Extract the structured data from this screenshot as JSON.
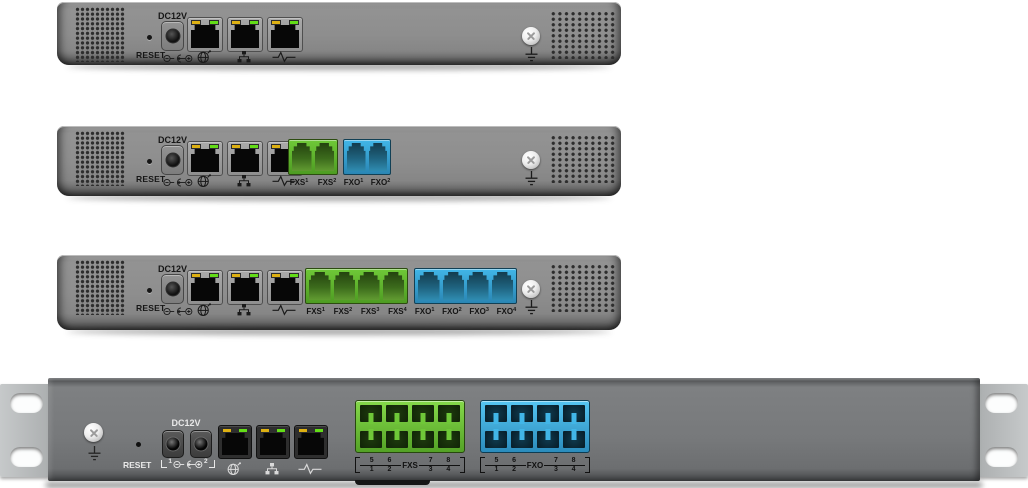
{
  "page": {
    "background": "#ffffff"
  },
  "labels": {
    "dc": "DC12V",
    "reset": "RESET"
  },
  "colors": {
    "fxs_green": "#6fc838",
    "fxs_green_dark": "#4e9c22",
    "fxo_blue": "#41b6e8",
    "fxo_blue_dark": "#2a86b4",
    "led_yellow": "#ddb012",
    "led_green": "#63dd17",
    "chassis_desktop": "#8d8d8d",
    "chassis_rack": "#757779",
    "rack_ear": "#b5b8b9"
  },
  "devices": [
    {
      "name": "desktop-unit-3eth",
      "ethernet_icons": [
        "wan",
        "lan",
        "heartbeat"
      ],
      "analog_groups": []
    },
    {
      "name": "desktop-unit-2fxs-2fxo",
      "ethernet_icons": [
        "wan",
        "lan",
        "heartbeat"
      ],
      "analog_groups": [
        {
          "type": "fxs",
          "label_base": "FXS",
          "ports": [
            "1",
            "2"
          ]
        },
        {
          "type": "fxo",
          "label_base": "FXO",
          "ports": [
            "1",
            "2"
          ]
        }
      ]
    },
    {
      "name": "desktop-unit-4fxs-4fxo",
      "ethernet_icons": [
        "wan",
        "lan",
        "heartbeat"
      ],
      "analog_groups": [
        {
          "type": "fxs",
          "label_base": "FXS",
          "ports": [
            "1",
            "2",
            "3",
            "4"
          ]
        },
        {
          "type": "fxo",
          "label_base": "FXO",
          "ports": [
            "1",
            "2",
            "3",
            "4"
          ]
        }
      ]
    },
    {
      "name": "rack-unit-8fxs-8fxo",
      "ethernet_icons": [
        "wan",
        "lan",
        "heartbeat"
      ],
      "dc_numbers": [
        "1",
        "2"
      ],
      "analog_blocks": [
        {
          "type": "fxs",
          "label": "FXS",
          "pairs": [
            [
              "5",
              "1"
            ],
            [
              "6",
              "2"
            ],
            [
              "7",
              "3"
            ],
            [
              "8",
              "4"
            ]
          ]
        },
        {
          "type": "fxo",
          "label": "FXO",
          "pairs": [
            [
              "5",
              "1"
            ],
            [
              "6",
              "2"
            ],
            [
              "7",
              "3"
            ],
            [
              "8",
              "4"
            ]
          ]
        }
      ]
    }
  ]
}
